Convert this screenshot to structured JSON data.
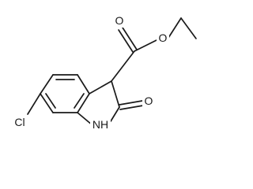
{
  "molecule": {
    "atoms": {
      "carbonyl_oxygen_top": "O",
      "ester_oxygen": "O",
      "lactam_oxygen": "O",
      "nitrogen": "NH",
      "chlorine": "Cl"
    }
  },
  "colors": {
    "bond": "#1a1a1a",
    "background": "#ffffff"
  }
}
